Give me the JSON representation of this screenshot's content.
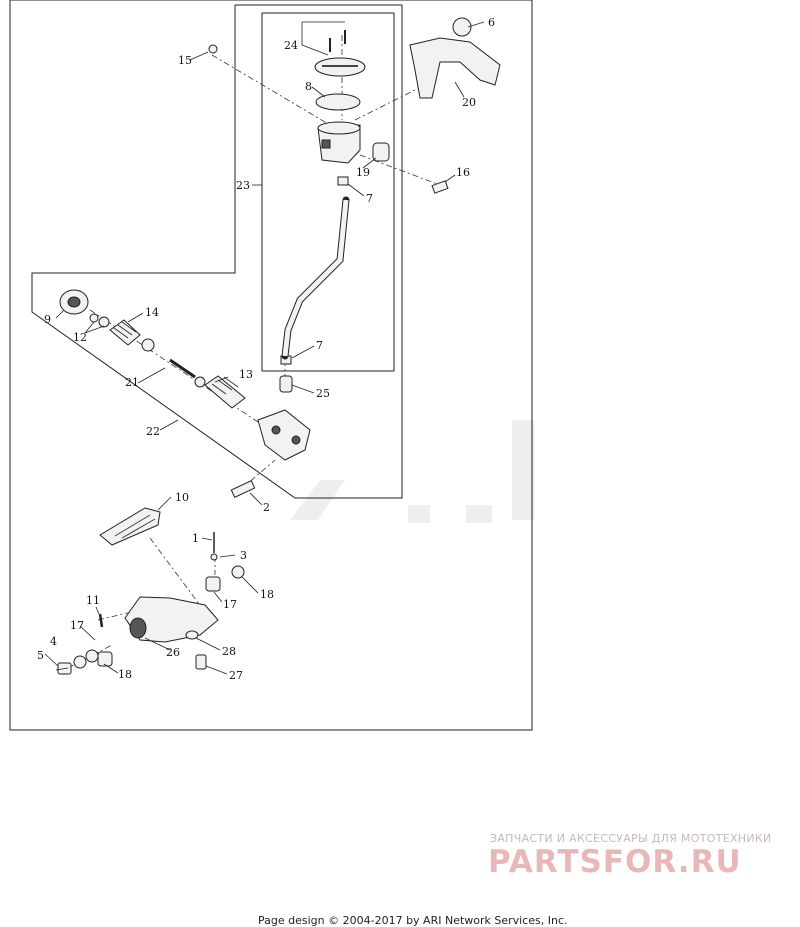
{
  "diagram": {
    "callouts": {
      "c1": "1",
      "c2": "2",
      "c3": "3",
      "c4": "4",
      "c5": "5",
      "c6": "6",
      "c7a": "7",
      "c7b": "7",
      "c8": "8",
      "c9": "9",
      "c10": "10",
      "c11": "11",
      "c12": "12",
      "c13": "13",
      "c14": "14",
      "c15": "15",
      "c16": "16",
      "c17a": "17",
      "c17b": "17",
      "c18a": "18",
      "c18b": "18",
      "c19": "19",
      "c20": "20",
      "c21": "21",
      "c22": "22",
      "c23": "23",
      "c24": "24",
      "c25": "25",
      "c26": "26",
      "c27": "27",
      "c28": "28"
    }
  },
  "watermark": {
    "tagline": "ЗАПЧАСТИ И АКСЕССУАРЫ ДЛЯ МОТОТЕХНИКИ",
    "logo": "PARTSFOR.RU"
  },
  "footer": {
    "copyright": "Page design © 2004-2017 by ARI Network Services, Inc."
  }
}
